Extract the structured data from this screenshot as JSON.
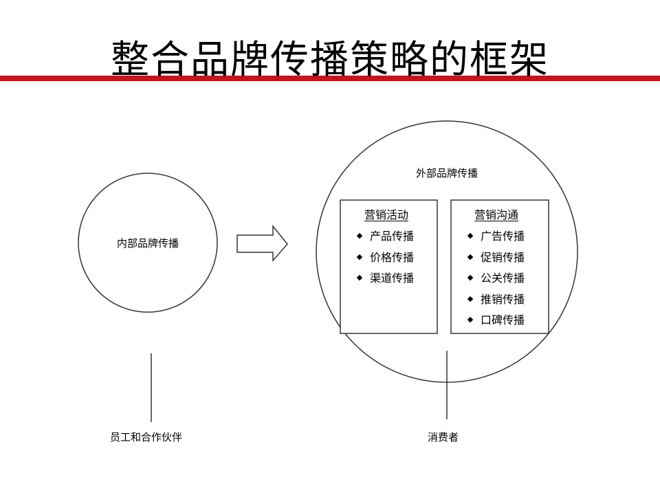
{
  "title": "整合品牌传播策略的框架",
  "colors": {
    "title_bar": "#c0161c",
    "stroke": "#333333"
  },
  "internal": {
    "label": "内部品牌传播",
    "audience": "员工和合作伙伴"
  },
  "external": {
    "label": "外部品牌传播",
    "audience": "消费者",
    "boxes": [
      {
        "heading": "营销活动",
        "items": [
          "产品传播",
          "价格传播",
          "渠道传播"
        ]
      },
      {
        "heading": "营销沟通",
        "items": [
          "广告传播",
          "促销传播",
          "公关传播",
          "推销传播",
          "口碑传播"
        ]
      }
    ]
  }
}
